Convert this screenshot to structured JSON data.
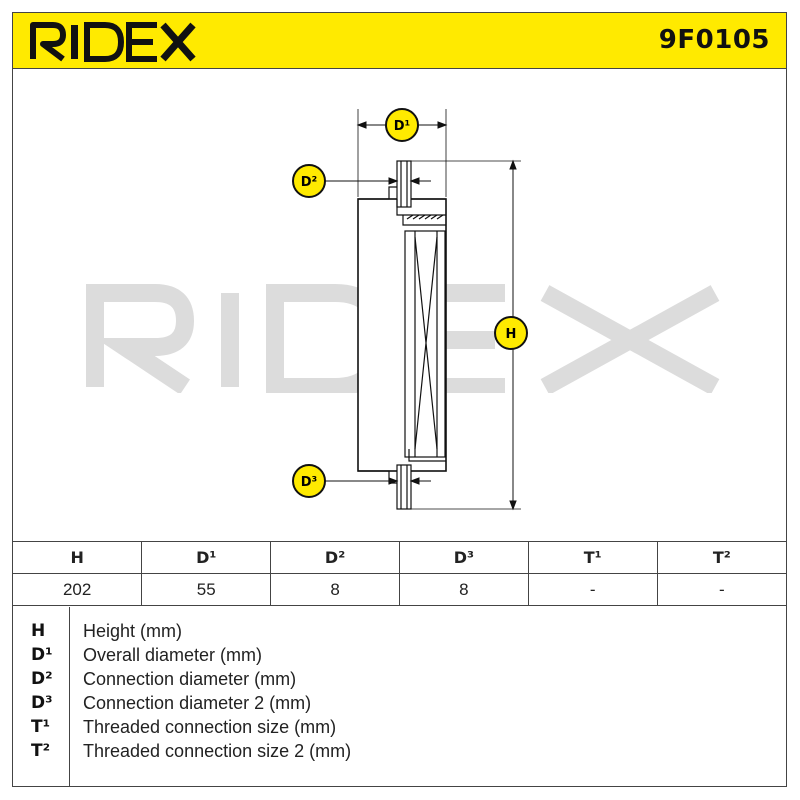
{
  "header": {
    "brand": "RIDEX",
    "part_number": "9F0105",
    "brand_color": "#ffea00"
  },
  "diagram": {
    "labels": {
      "d1": "D¹",
      "d2": "D²",
      "d3": "D³",
      "h": "H"
    },
    "watermark": "RIDEX"
  },
  "dimensions_table": {
    "headers": [
      "H",
      "D¹",
      "D²",
      "D³",
      "T¹",
      "T²"
    ],
    "values": [
      "202",
      "55",
      "8",
      "8",
      "-",
      "-"
    ]
  },
  "legend": [
    {
      "symbol": "H",
      "description": "Height (mm)"
    },
    {
      "symbol": "D¹",
      "description": "Overall diameter (mm)"
    },
    {
      "symbol": "D²",
      "description": "Connection diameter (mm)"
    },
    {
      "symbol": "D³",
      "description": "Connection diameter 2 (mm)"
    },
    {
      "symbol": "T¹",
      "description": "Threaded connection size (mm)"
    },
    {
      "symbol": "T²",
      "description": "Threaded connection size 2 (mm)"
    }
  ]
}
